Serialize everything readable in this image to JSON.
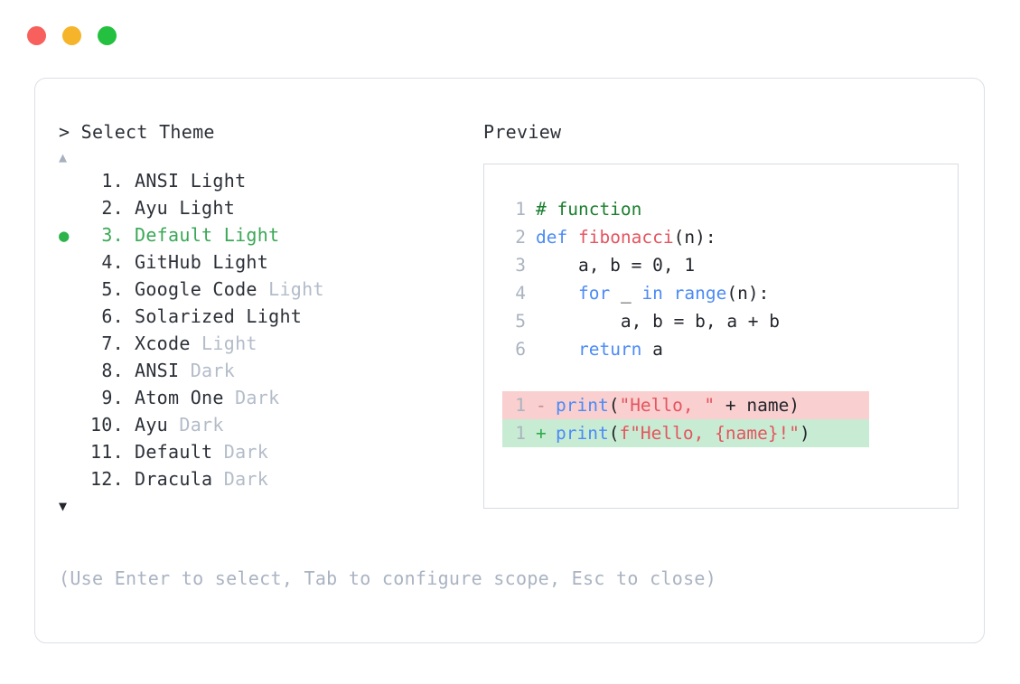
{
  "window": {
    "dots": [
      {
        "name": "close",
        "color": "#f7605c"
      },
      {
        "name": "minimize",
        "color": "#f5b429"
      },
      {
        "name": "zoom",
        "color": "#23c13f"
      }
    ]
  },
  "selector": {
    "prompt": "> Select Theme",
    "scroll_up_glyph": "▲",
    "scroll_down_glyph": "▼",
    "selected_bullet": "●",
    "selected_index": 3,
    "items": [
      {
        "number": "1.",
        "name": "ANSI",
        "variant": "Light",
        "variant_muted": false,
        "selected": false,
        "bullet": ""
      },
      {
        "number": "2.",
        "name": "Ayu",
        "variant": "Light",
        "variant_muted": false,
        "selected": false,
        "bullet": ""
      },
      {
        "number": "3.",
        "name": "Default",
        "variant": "Light",
        "variant_muted": false,
        "selected": true,
        "bullet": "●"
      },
      {
        "number": "4.",
        "name": "GitHub",
        "variant": "Light",
        "variant_muted": false,
        "selected": false,
        "bullet": ""
      },
      {
        "number": "5.",
        "name": "Google Code",
        "variant": "Light",
        "variant_muted": true,
        "selected": false,
        "bullet": ""
      },
      {
        "number": "6.",
        "name": "Solarized",
        "variant": "Light",
        "variant_muted": false,
        "selected": false,
        "bullet": ""
      },
      {
        "number": "7.",
        "name": "Xcode",
        "variant": "Light",
        "variant_muted": true,
        "selected": false,
        "bullet": ""
      },
      {
        "number": "8.",
        "name": "ANSI",
        "variant": "Dark",
        "variant_muted": true,
        "selected": false,
        "bullet": ""
      },
      {
        "number": "9.",
        "name": "Atom One",
        "variant": "Dark",
        "variant_muted": true,
        "selected": false,
        "bullet": ""
      },
      {
        "number": "10.",
        "name": "Ayu",
        "variant": "Dark",
        "variant_muted": true,
        "selected": false,
        "bullet": ""
      },
      {
        "number": "11.",
        "name": "Default",
        "variant": "Dark",
        "variant_muted": true,
        "selected": false,
        "bullet": ""
      },
      {
        "number": "12.",
        "name": "Dracula",
        "variant": "Dark",
        "variant_muted": true,
        "selected": false,
        "bullet": ""
      }
    ],
    "hint": "(Use Enter to select, Tab to configure scope, Esc to close)"
  },
  "preview": {
    "label": "Preview",
    "code_lines": [
      {
        "gutter": "1",
        "tokens": [
          {
            "t": "# function",
            "c": "comment"
          }
        ]
      },
      {
        "gutter": "2",
        "tokens": [
          {
            "t": "def ",
            "c": "kw"
          },
          {
            "t": "fibonacci",
            "c": "fn"
          },
          {
            "t": "(n):",
            "c": "plain"
          }
        ]
      },
      {
        "gutter": "3",
        "tokens": [
          {
            "t": "    a, b = 0, 1",
            "c": "plain"
          }
        ]
      },
      {
        "gutter": "4",
        "tokens": [
          {
            "t": "    ",
            "c": "plain"
          },
          {
            "t": "for",
            "c": "kw"
          },
          {
            "t": " _ ",
            "c": "plain"
          },
          {
            "t": "in",
            "c": "kw"
          },
          {
            "t": " ",
            "c": "plain"
          },
          {
            "t": "range",
            "c": "kw"
          },
          {
            "t": "(n):",
            "c": "plain"
          }
        ]
      },
      {
        "gutter": "5",
        "tokens": [
          {
            "t": "        a, b = b, a + b",
            "c": "plain"
          }
        ]
      },
      {
        "gutter": "6",
        "tokens": [
          {
            "t": "    ",
            "c": "plain"
          },
          {
            "t": "return",
            "c": "kw"
          },
          {
            "t": " a",
            "c": "plain"
          }
        ]
      }
    ],
    "diff_lines": [
      {
        "kind": "del",
        "gutter": "1",
        "sign": "-",
        "tokens": [
          {
            "t": "print",
            "c": "kw"
          },
          {
            "t": "(",
            "c": "plain"
          },
          {
            "t": "\"Hello, \"",
            "c": "str"
          },
          {
            "t": " + name)",
            "c": "plain"
          }
        ]
      },
      {
        "kind": "add",
        "gutter": "1",
        "sign": "+",
        "tokens": [
          {
            "t": "print",
            "c": "kw"
          },
          {
            "t": "(",
            "c": "plain"
          },
          {
            "t": "f\"Hello, {name}!\"",
            "c": "str"
          },
          {
            "t": ")",
            "c": "plain"
          }
        ]
      }
    ]
  },
  "colors": {
    "accent_green": "#2eb34a",
    "muted": "#b3bcc9",
    "hint": "#aab3c2",
    "text": "#2c3038",
    "keyword": "#4c8bf5",
    "function": "#e4555f",
    "string": "#e4555f",
    "comment": "#1a7f2e",
    "diff_del_bg": "#f9cfcf",
    "diff_add_bg": "#c8ecd3",
    "card_border": "#dcdfe6",
    "preview_border": "#d7dbe3"
  }
}
